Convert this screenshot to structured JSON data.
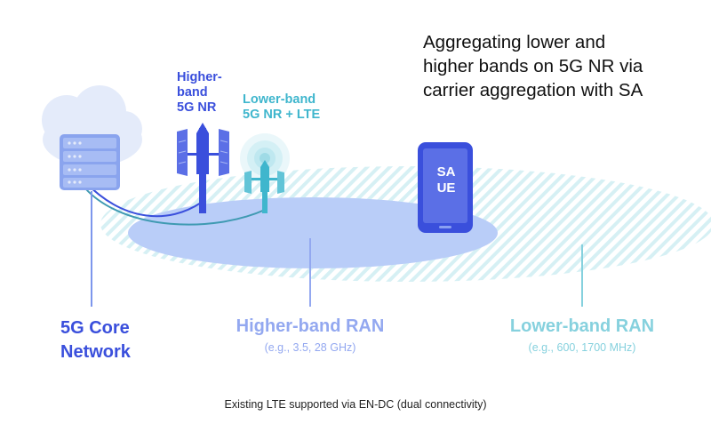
{
  "headline": [
    "Aggregating lower and",
    "higher bands on 5G NR via",
    "carrier aggregation with SA"
  ],
  "higher_band_tower": {
    "label": [
      "Higher-",
      "band",
      "5G NR"
    ]
  },
  "lower_band_tower": {
    "label": [
      "Lower-band",
      "5G NR + LTE"
    ]
  },
  "core_network": {
    "label": [
      "5G Core",
      "Network"
    ]
  },
  "device": {
    "label": [
      "SA",
      "UE"
    ]
  },
  "higher_band_ran": {
    "title": "Higher-band RAN",
    "subtitle": "(e.g., 3.5, 28 GHz)"
  },
  "lower_band_ran": {
    "title": "Lower-band RAN",
    "subtitle": "(e.g., 600, 1700 MHz)"
  },
  "footnote": "Existing LTE supported via EN-DC (dual connectivity)",
  "colors": {
    "higher_band": "#3a4fdc",
    "lower_band": "#3fb6cd",
    "higher_ran_fill": "#b7cbf8",
    "lower_ran_hatch": "#d8f1f5",
    "server": "#8aa4ee",
    "cloud": "#e4ebfa"
  }
}
